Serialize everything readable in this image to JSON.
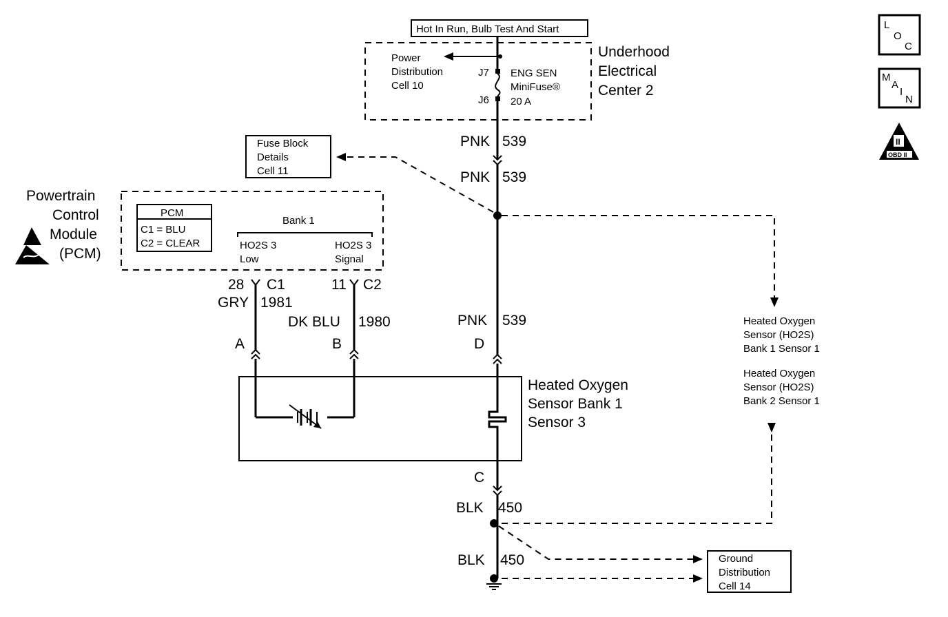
{
  "hot_box": "Hot In Run, Bulb Test And Start",
  "uec": {
    "line1": "Underhood",
    "line2": "Electrical",
    "line3": "Center 2",
    "power_dist": [
      "Power",
      "Distribution",
      "Cell 10"
    ],
    "j7": "J7",
    "j6": "J6",
    "fuse": [
      "ENG SEN",
      "MiniFuse®",
      "20 A"
    ]
  },
  "icons": {
    "loc": [
      "L",
      "O",
      "C"
    ],
    "main": [
      "M",
      "A",
      "I",
      "N"
    ],
    "obd": [
      "II",
      "OBD II"
    ]
  },
  "fuse_block": [
    "Fuse Block",
    "Details",
    "Cell 11"
  ],
  "wires": {
    "w1": {
      "color": "PNK",
      "num": "539"
    },
    "w2": {
      "color": "PNK",
      "num": "539"
    },
    "w3": {
      "color": "PNK",
      "num": "539"
    },
    "gry": {
      "color": "GRY",
      "num": "1981"
    },
    "dkblu": {
      "color": "DK BLU",
      "num": "1980"
    },
    "blk1": {
      "color": "BLK",
      "num": "450"
    },
    "blk2": {
      "color": "BLK",
      "num": "450"
    }
  },
  "pcm": {
    "label": [
      "Powertrain",
      "Control",
      "Module",
      "(PCM)"
    ],
    "box_title": "PCM",
    "c1": "C1 = BLU",
    "c2": "C2 = CLEAR",
    "bank": "Bank 1",
    "low": [
      "HO2S 3",
      "Low"
    ],
    "signal": [
      "HO2S 3",
      "Signal"
    ],
    "pin_low": "28",
    "conn_low": "C1",
    "pin_sig": "11",
    "conn_sig": "C2"
  },
  "connectors": {
    "a": "A",
    "b": "B",
    "c": "C",
    "d": "D"
  },
  "sensor": [
    "Heated Oxygen",
    "Sensor Bank 1",
    "Sensor 3"
  ],
  "ref1": [
    "Heated Oxygen",
    "Sensor (HO2S)",
    "Bank 1 Sensor 1"
  ],
  "ref2": [
    "Heated Oxygen",
    "Sensor (HO2S)",
    "Bank 2 Sensor 1"
  ],
  "ground": [
    "Ground",
    "Distribution",
    "Cell 14"
  ]
}
